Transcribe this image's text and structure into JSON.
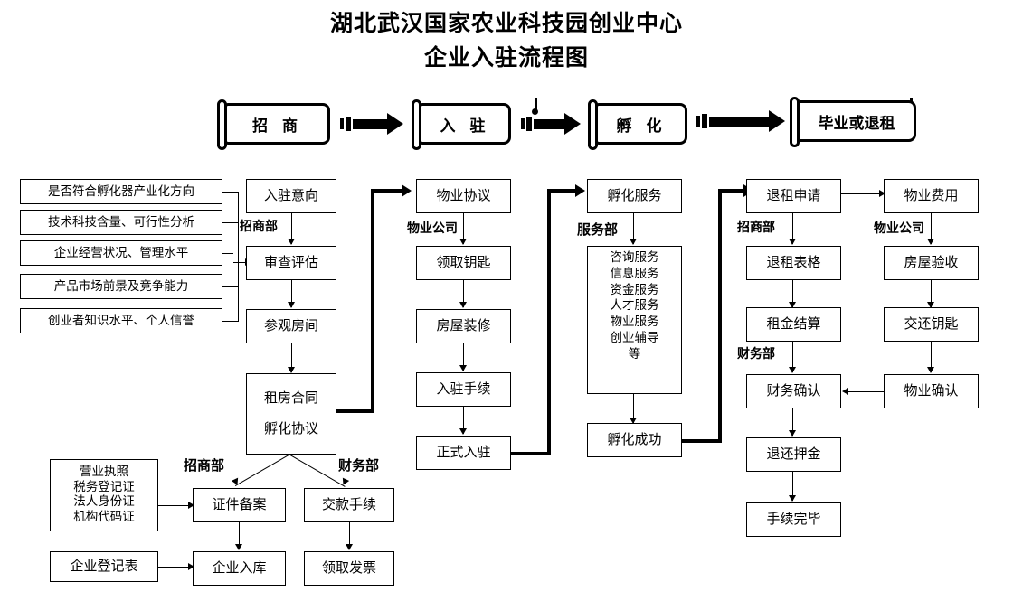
{
  "title": {
    "line1": "湖北武汉国家农业科技园创业中心",
    "line2": "企业入驻流程图"
  },
  "stages": [
    {
      "label": "招  商"
    },
    {
      "label": "入  驻"
    },
    {
      "label": "孵  化"
    },
    {
      "label": "毕业或退租"
    }
  ],
  "criteria": [
    {
      "label": "是否符合孵化器产业化方向"
    },
    {
      "label": "技术科技含量、可行性分析"
    },
    {
      "label": "企业经营状况、管理水平"
    },
    {
      "label": "产品市场前景及竞争能力"
    },
    {
      "label": "创业者知识水平、个人信誉"
    }
  ],
  "column_recruit": {
    "intent": "入驻意向",
    "dept": "招商部",
    "review": "审查评估",
    "visit": "参观房间",
    "contract_line1": "租房合同",
    "contract_line2": "孵化协议"
  },
  "bottom_branch": {
    "dept_left": "招商部",
    "dept_right": "财务部",
    "filing": "证件备案",
    "payment": "交款手续",
    "enterprise_db": "企业入库",
    "invoice": "领取发票"
  },
  "documents": {
    "licenses": "营业执照\n税务登记证\n法人身份证\n机构代码证",
    "licenses_lines": [
      "营业执照",
      "税务登记证",
      "法人身份证",
      "机构代码证"
    ],
    "registration_form": "企业登记表"
  },
  "column_movein": {
    "agreement": "物业协议",
    "dept": "物业公司",
    "keys": "领取钥匙",
    "renovation": "房屋装修",
    "procedures": "入驻手续",
    "official": "正式入驻"
  },
  "column_incubate": {
    "service": "孵化服务",
    "dept": "服务部",
    "service_list": [
      "咨询服务",
      "信息服务",
      "资金服务",
      "人才服务",
      "物业服务",
      "创业辅导",
      "等"
    ],
    "success": "孵化成功"
  },
  "column_exit": {
    "application": "退租申请",
    "dept_recruit": "招商部",
    "form": "退租表格",
    "rent_settle": "租金结算",
    "dept_finance": "财务部",
    "finance_confirm": "财务确认",
    "deposit_refund": "退还押金",
    "complete": "手续完毕"
  },
  "column_property": {
    "fees": "物业费用",
    "dept": "物业公司",
    "inspection": "房屋验收",
    "return_keys": "交还钥匙",
    "confirm": "物业确认"
  },
  "colors": {
    "stroke": "#000000",
    "background": "#ffffff"
  }
}
